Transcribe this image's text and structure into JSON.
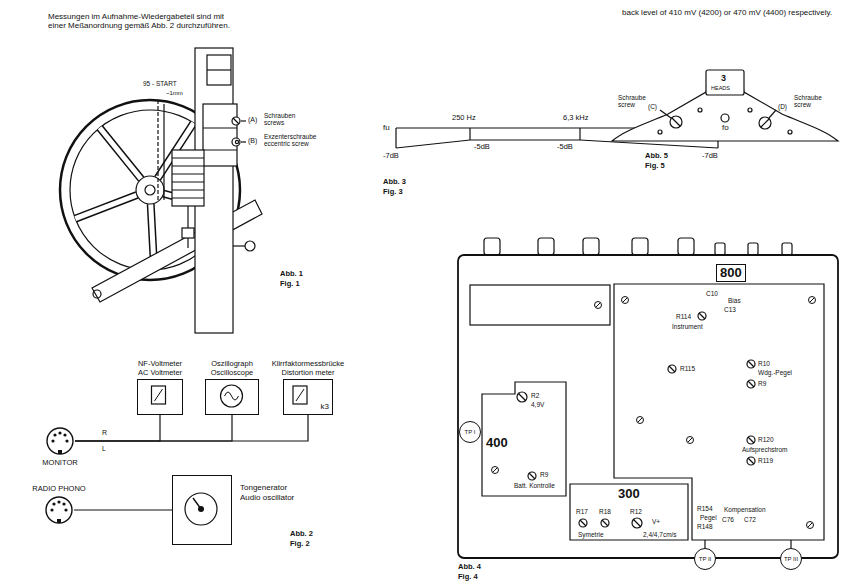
{
  "diagram": {
    "nodes": [
      {
        "text": [
          "NF-Voltmeter AC Voltmeter"
        ]
      },
      {
        "text": [
          "Oszillograph Oscilloscope"
        ]
      },
      {
        "text": [
          "Klirrfaktormessbrücke Distortion meter",
          "k3"
        ]
      },
      {
        "text": [
          "MONITOR"
        ]
      },
      {
        "text": [
          "RADIO PHONO"
        ]
      },
      {
        "text": [
          "Tongenerator Audio oscillator"
        ]
      }
    ],
    "edges": [
      {
        "from": 3,
        "to": 0,
        "arrow": "none"
      },
      {
        "from": 3,
        "to": 1,
        "arrow": "none"
      },
      {
        "from": 3,
        "to": 2,
        "arrow": "none"
      },
      {
        "from": 4,
        "to": 5,
        "arrow": "none"
      }
    ],
    "labels": [
      "Messungen im Aufnahme-Wiedergabeteil sind mit einer Meßanordnung gemäß Abb. 2 durchzuführen.",
      "back level of 410 mV (4200) or 470 mV (4400) respectively.",
      "95 - START",
      "~1mm",
      "(A)",
      "Schrauben screws",
      "(B)",
      "Exzenterschraube eccentric screw",
      "Abb. 1",
      "Fig. 1",
      "fu",
      "250 Hz",
      "6,3 kHz",
      "fo",
      "-7dB",
      "-5dB",
      "-5dB",
      "-7dB",
      "Abb. 3",
      "Fig. 3",
      "Schraube screw",
      "(C)",
      "3",
      "HEADS",
      "Schraube screw",
      "(D)",
      "Abb. 5",
      "Fig. 5",
      "R",
      "L",
      "Abb. 2",
      "Fig. 2",
      "800",
      "C10",
      "Bias",
      "C13",
      "R114",
      "Instrument",
      "R115",
      "R10",
      "Wdg.-Pegel",
      "R9",
      "R2",
      "4,9V",
      "TP I",
      "400",
      "R9",
      "Batt. Kontrolle",
      "R120",
      "Aufsprechstrom",
      "R119",
      "300",
      "R17",
      "R18",
      "Symetrie",
      "R12",
      "V+",
      "2,4/4,7cm/s",
      "R154",
      "Pegel",
      "R148",
      "Kompensation",
      "C76",
      "C72",
      "TP II",
      "TP III",
      "Abb. 4",
      "Fig. 4"
    ]
  }
}
